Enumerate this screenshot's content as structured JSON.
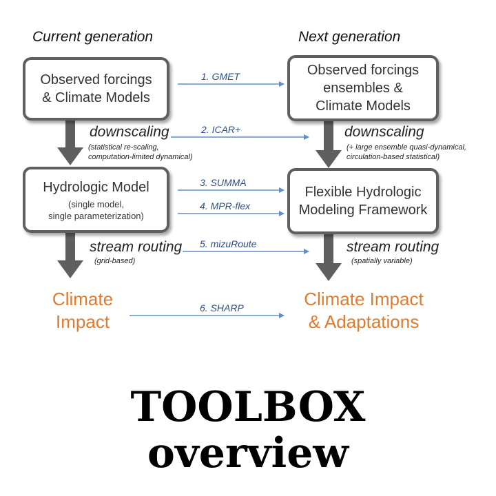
{
  "headers": {
    "current": "Current generation",
    "next": "Next generation"
  },
  "current": {
    "forcings": {
      "title": "Observed forcings\n& Climate Models"
    },
    "downscaling": {
      "label": "downscaling",
      "note": "(statistical re-scaling,\ncomputation-limited dynamical)"
    },
    "model": {
      "title": "Hydrologic Model",
      "sub": "(single model,\nsingle parameterization)"
    },
    "routing": {
      "label": "stream routing",
      "note": "(grid-based)"
    },
    "impact": "Climate\nImpact"
  },
  "next": {
    "forcings": {
      "title": "Observed forcings\nensembles &\nClimate Models"
    },
    "downscaling": {
      "label": "downscaling",
      "note": "(+ large ensemble quasi-dynamical,\ncirculation-based statistical)"
    },
    "model": {
      "title": "Flexible Hydrologic\nModeling Framework"
    },
    "routing": {
      "label": "stream routing",
      "note": "(spatially variable)"
    },
    "impact": "Climate Impact\n& Adaptations"
  },
  "tools": [
    "1. GMET",
    "2. ICAR+",
    "3. SUMMA",
    "4. MPR-flex",
    "5. mizuRoute",
    "6. SHARP"
  ],
  "footer": {
    "line1": "TOOLBOX",
    "line2": "overview"
  },
  "colors": {
    "box_border": "#5f5f5f",
    "flow_arrow": "#5f5f5f",
    "tool_arrow": "#5b8fd1",
    "tool_text": "#2e4f86",
    "impact": "#e07b2e"
  }
}
